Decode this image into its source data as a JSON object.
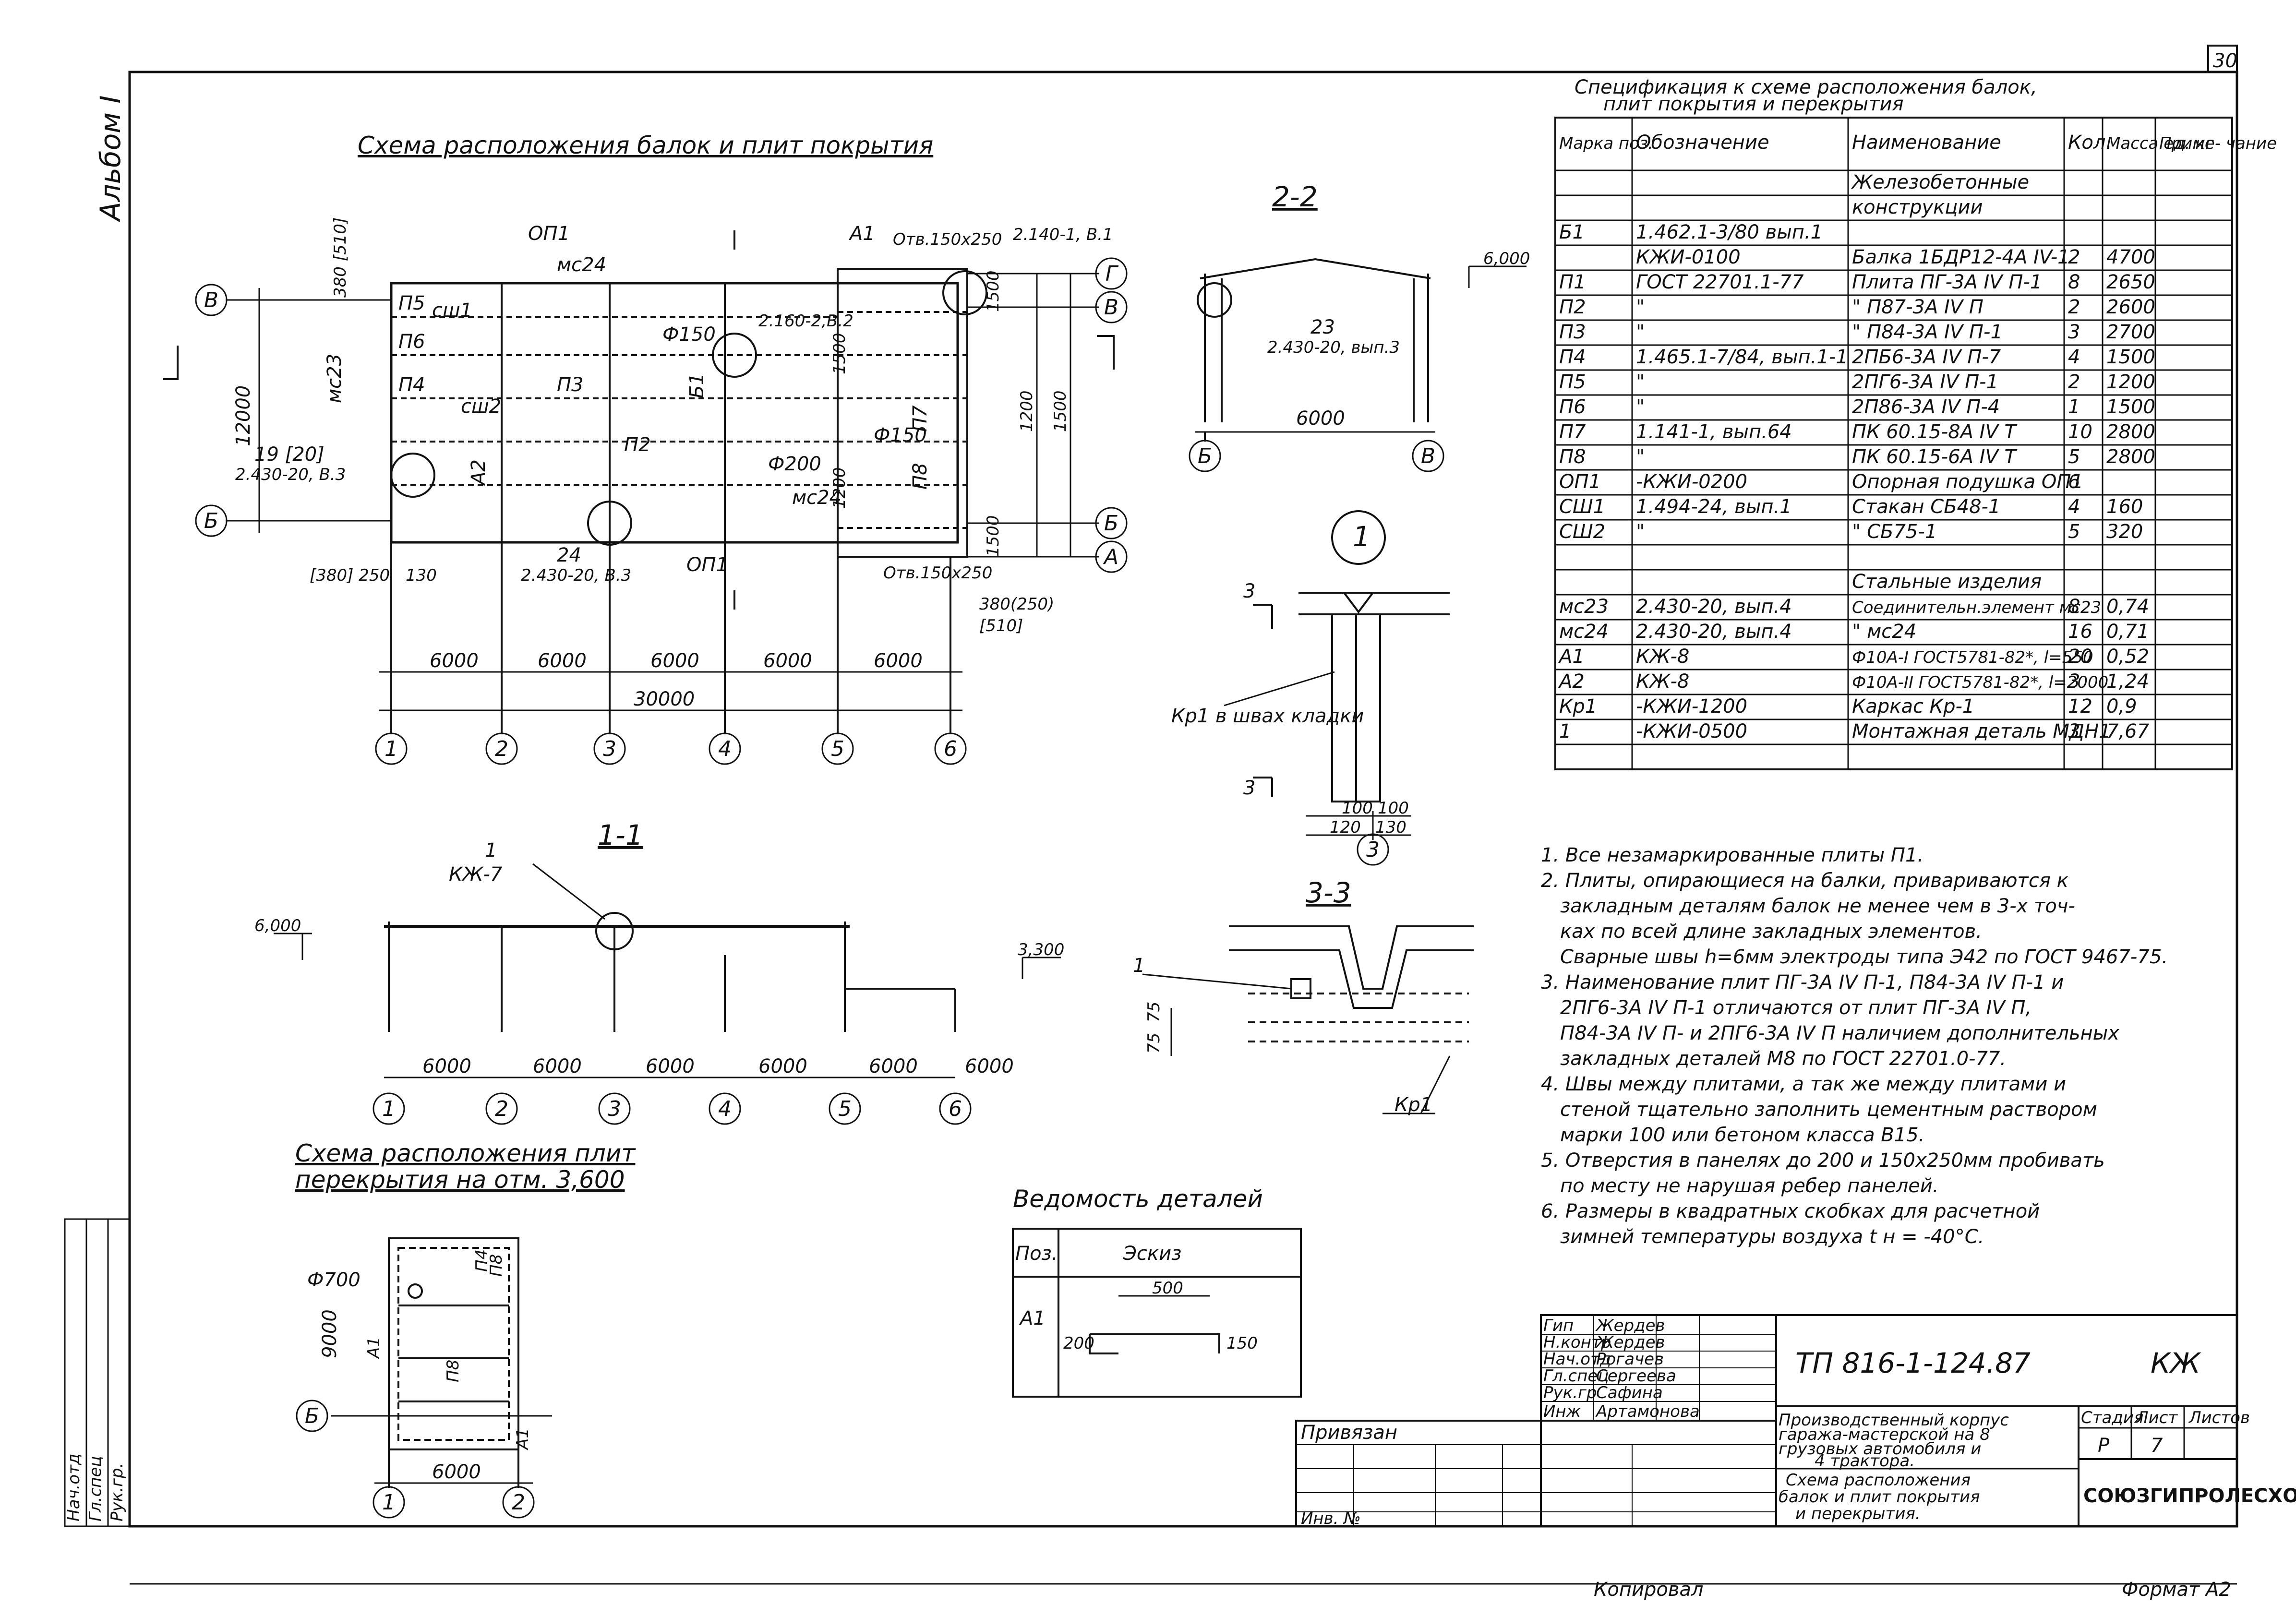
{
  "sheet": {
    "page_no": "30",
    "album": "Альбом I",
    "title_main": "Схема расположения балок и плит покрытия",
    "title_floor": [
      "Схема расположения плит",
      "перекрытия на отм. 3,600"
    ],
    "sec_22": "2-2",
    "sec_11": "1-1",
    "sec_33": "3-3",
    "node_1": "1",
    "bottom_left": "Копировал",
    "bottom_right": "Формат А2"
  },
  "plan": {
    "axes_x": [
      "1",
      "2",
      "3",
      "4",
      "5",
      "6"
    ],
    "axes_y": [
      "В",
      "Б",
      "Г",
      "А"
    ],
    "spans": [
      "6000",
      "6000",
      "6000",
      "6000",
      "6000"
    ],
    "total": "30000",
    "height": "12000",
    "labels": [
      "ОП1",
      "мс24",
      "мс23",
      "П5",
      "П6",
      "П4",
      "П3",
      "П2",
      "сш1",
      "сш2",
      "Б1",
      "А2",
      "А1",
      "П7",
      "П8",
      "ОП1",
      "мс24",
      "Ф150",
      "Ф200",
      "Ф150",
      "Отв.150х250",
      "Отв.150х250",
      "2.160-2,В.2",
      "2.140-1, В.1",
      "24",
      "2.430-20, В.3",
      "19 [20]",
      "2.430-20, В.3",
      "380 [510]",
      "380(250)",
      "[510]",
      "[380] 250",
      "130",
      "1500",
      "1200",
      "1500",
      "1500",
      "1200",
      "1500"
    ]
  },
  "section22": {
    "dim": "6000",
    "mark": "23",
    "ref": "2.430-20, вып.3",
    "level": "6,000",
    "axes": [
      "Б",
      "В"
    ]
  },
  "section11": {
    "level_top": "6,000",
    "level_low": "3,300",
    "mark": "1",
    "ref": "КЖ-7",
    "spans": [
      "6000",
      "6000",
      "6000",
      "6000",
      "6000",
      "6000"
    ],
    "axes": [
      "1",
      "2",
      "3",
      "4",
      "5",
      "6"
    ]
  },
  "node": {
    "label": "Кр1 в швах кладки",
    "dims": [
      "100",
      "100",
      "120",
      "130"
    ],
    "axis": "3",
    "cut": "3"
  },
  "section33": {
    "mark": "1",
    "d1": "75",
    "d2": "75",
    "label": "Кр1"
  },
  "floorplan": {
    "d_hole": "Ф700",
    "width": "6000",
    "height": "9000",
    "axes": [
      "1",
      "2"
    ],
    "row_axis": "Б",
    "labels": [
      "П4",
      "П8",
      "П8",
      "А1",
      "А1"
    ]
  },
  "details": {
    "title": "Ведомость деталей",
    "headers": [
      "Поз.",
      "Эскиз"
    ],
    "row": {
      "pos": "А1",
      "d1": "500",
      "d2": "200",
      "d3": "150"
    }
  },
  "spec": {
    "title": [
      "Спецификация к схеме расположения балок,",
      "плит покрытия и перекрытия"
    ],
    "headers": [
      "Марка поз.",
      "Обозначение",
      "Наименование",
      "Кол.",
      "Масса ед. кг",
      "Приме- чание"
    ],
    "rows": [
      [
        "",
        "",
        "Железобетонные",
        "",
        "",
        ""
      ],
      [
        "",
        "",
        "конструкции",
        "",
        "",
        ""
      ],
      [
        "Б1",
        "1.462.1-3/80 вып.1",
        "",
        "",
        "",
        ""
      ],
      [
        "",
        "КЖИ-0100",
        "Балка 1БДР12-4А IV-1",
        "2",
        "4700",
        ""
      ],
      [
        "П1",
        "ГОСТ 22701.1-77",
        "Плита ПГ-3А IV П-1",
        "8",
        "2650",
        ""
      ],
      [
        "П2",
        "\"",
        "\" П87-3А IV П",
        "2",
        "2600",
        ""
      ],
      [
        "П3",
        "\"",
        "\" П84-3А IV П-1",
        "3",
        "2700",
        ""
      ],
      [
        "П4",
        "1.465.1-7/84, вып.1-1",
        "2ПБ6-3А IV П-7",
        "4",
        "1500",
        ""
      ],
      [
        "П5",
        "\"",
        "2ПГ6-3А IV П-1",
        "2",
        "1200",
        ""
      ],
      [
        "П6",
        "\"",
        "2П86-3А IV П-4",
        "1",
        "1500",
        ""
      ],
      [
        "П7",
        "1.141-1, вып.64",
        "ПК 60.15-8А IV Т",
        "10",
        "2800",
        ""
      ],
      [
        "П8",
        "\"",
        "ПК 60.15-6А IV Т",
        "5",
        "2800",
        ""
      ],
      [
        "ОП1",
        "-КЖИ-0200",
        "Опорная подушка ОП1",
        "6",
        "",
        ""
      ],
      [
        "СШ1",
        "1.494-24, вып.1",
        "Стакан СБ48-1",
        "4",
        "160",
        ""
      ],
      [
        "СШ2",
        "\"",
        "\" СБ75-1",
        "5",
        "320",
        ""
      ],
      [
        "",
        "",
        "",
        "",
        "",
        ""
      ],
      [
        "",
        "",
        "Стальные изделия",
        "",
        "",
        ""
      ],
      [
        "мс23",
        "2.430-20, вып.4",
        "Соединительн.элемент мс23",
        "8",
        "0,74",
        ""
      ],
      [
        "мс24",
        "2.430-20, вып.4",
        "\" мс24",
        "16",
        "0,71",
        ""
      ],
      [
        "А1",
        "КЖ-8",
        "Ф10А-I ГОСТ5781-82*, l=550",
        "20",
        "0,52",
        ""
      ],
      [
        "А2",
        "КЖ-8",
        "Ф10А-II ГОСТ5781-82*, l=2000",
        "3",
        "1,24",
        ""
      ],
      [
        "Кр1",
        "-КЖИ-1200",
        "Каркас Кр-1",
        "12",
        "0,9",
        ""
      ],
      [
        "1",
        "-КЖИ-0500",
        "Монтажная деталь МДН1",
        "3",
        "7,67",
        ""
      ],
      [
        "",
        "",
        "",
        "",
        "",
        ""
      ]
    ]
  },
  "notes": [
    "1. Все незамаркированные плиты П1.",
    "2. Плиты, опирающиеся на балки, привариваются к",
    "закладным деталям балок не менее чем в 3-х точ-",
    "ках по всей длине закладных элементов.",
    "Сварные швы h=6мм электроды типа Э42 по ГОСТ 9467-75.",
    "3. Наименование плит ПГ-3А IV П-1, П84-3А IV П-1 и",
    "2ПГ6-3А IV П-1 отличаются от плит ПГ-3А IV П,",
    "П84-3А IV П- и 2ПГ6-3А IV П наличием дополнительных",
    "закладных деталей М8 по ГОСТ 22701.0-77.",
    "4. Швы между плитами, а так же между плитами и",
    "стеной тщательно заполнить цементным раствором",
    "марки 100 или бетоном класса В15.",
    "5. Отверстия в панелях до 200 и 150х250мм пробивать",
    "по месту не нарушая ребер панелей.",
    "6. Размеры в квадратных скобках для расчетной",
    "зимней температуры воздуха t н = -40°С."
  ],
  "titleblock": {
    "code": "ТП 816-1-124.87",
    "stage_mark": "КЖ",
    "roles": [
      "Гип",
      "Н.контр",
      "Нач.отд",
      "Гл.спец",
      "Рук.гр",
      "Инж"
    ],
    "names": [
      "Жердев",
      "Жердев",
      "Рогачев",
      "Сергеева",
      "Сафина",
      "Артамонова"
    ],
    "privyazan": "Привязан",
    "inv": "Инв. №",
    "object": [
      "Производственный корпус",
      "гаража-мастерской на 8",
      "грузовых автомобиля и",
      "4 трактора."
    ],
    "sheet_title": [
      "Схема расположения",
      "балок и плит покрытия",
      "и перекрытия."
    ],
    "col_heads": [
      "Стадия",
      "Лист",
      "Листов"
    ],
    "stage": "Р",
    "sheet": "7",
    "sheets": "",
    "org": "СОЮЗГИПРОЛЕСХОЗ"
  },
  "sidebar": [
    "Рук.гр.",
    "Гл.спец",
    "Нач.отд"
  ]
}
